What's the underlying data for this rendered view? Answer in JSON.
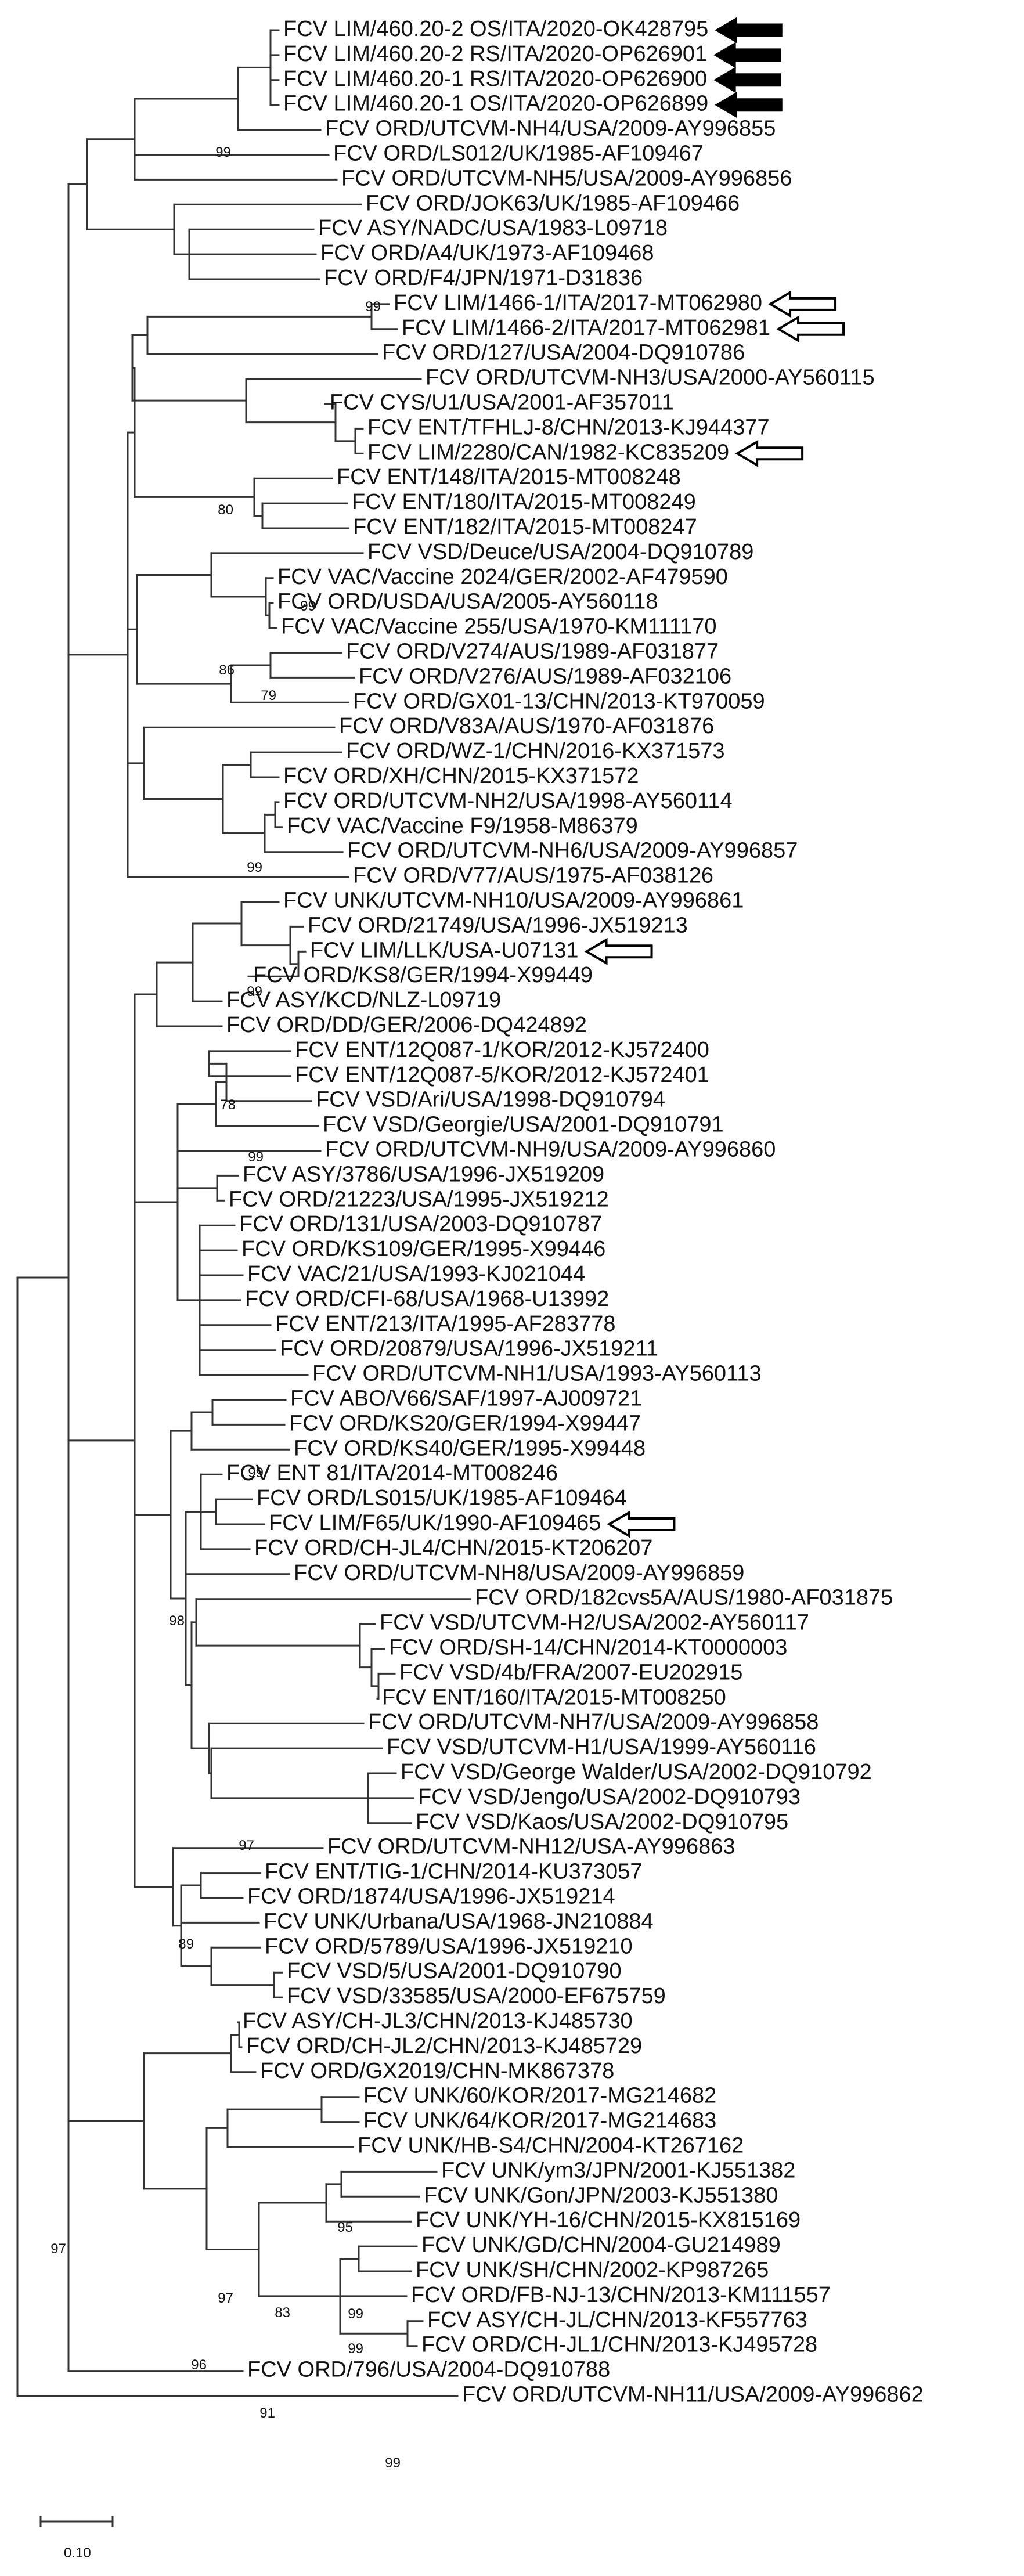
{
  "scale_bar": {
    "label": "0.10",
    "length": 0.1
  },
  "leaves": [
    {
      "name": "FCV LIM/460.20-2 OS/ITA/2020-OK428795",
      "marker": "filled"
    },
    {
      "name": "FCV LIM/460.20-2 RS/ITA/2020-OP626901",
      "marker": "filled"
    },
    {
      "name": "FCV LIM/460.20-1 RS/ITA/2020-OP626900",
      "marker": "filled"
    },
    {
      "name": "FCV LIM/460.20-1 OS/ITA/2020-OP626899",
      "marker": "filled"
    },
    {
      "name": "FCV ORD/UTCVM-NH4/USA/2009-AY996855"
    },
    {
      "name": "FCV ORD/LS012/UK/1985-AF109467"
    },
    {
      "name": "FCV ORD/UTCVM-NH5/USA/2009-AY996856"
    },
    {
      "name": "FCV ORD/JOK63/UK/1985-AF109466"
    },
    {
      "name": "FCV ASY/NADC/USA/1983-L09718"
    },
    {
      "name": "FCV ORD/A4/UK/1973-AF109468"
    },
    {
      "name": "FCV ORD/F4/JPN/1971-D31836"
    },
    {
      "name": "FCV LIM/1466-1/ITA/2017-MT062980",
      "marker": "open"
    },
    {
      "name": "FCV LIM/1466-2/ITA/2017-MT062981",
      "marker": "open"
    },
    {
      "name": "FCV ORD/127/USA/2004-DQ910786"
    },
    {
      "name": "FCV ORD/UTCVM-NH3/USA/2000-AY560115"
    },
    {
      "name": "FCV CYS/U1/USA/2001-AF357011"
    },
    {
      "name": "FCV ENT/TFHLJ-8/CHN/2013-KJ944377"
    },
    {
      "name": "FCV LIM/2280/CAN/1982-KC835209",
      "marker": "open"
    },
    {
      "name": "FCV ENT/148/ITA/2015-MT008248"
    },
    {
      "name": "FCV ENT/180/ITA/2015-MT008249"
    },
    {
      "name": "FCV ENT/182/ITA/2015-MT008247"
    },
    {
      "name": "FCV VSD/Deuce/USA/2004-DQ910789"
    },
    {
      "name": "FCV VAC/Vaccine 2024/GER/2002-AF479590"
    },
    {
      "name": "FCV ORD/USDA/USA/2005-AY560118"
    },
    {
      "name": "FCV VAC/Vaccine 255/USA/1970-KM111170"
    },
    {
      "name": "FCV ORD/V274/AUS/1989-AF031877"
    },
    {
      "name": "FCV ORD/V276/AUS/1989-AF032106"
    },
    {
      "name": "FCV ORD/GX01-13/CHN/2013-KT970059"
    },
    {
      "name": "FCV ORD/V83A/AUS/1970-AF031876"
    },
    {
      "name": "FCV ORD/WZ-1/CHN/2016-KX371573"
    },
    {
      "name": "FCV ORD/XH/CHN/2015-KX371572"
    },
    {
      "name": "FCV ORD/UTCVM-NH2/USA/1998-AY560114"
    },
    {
      "name": "FCV VAC/Vaccine F9/1958-M86379"
    },
    {
      "name": "FCV ORD/UTCVM-NH6/USA/2009-AY996857"
    },
    {
      "name": "FCV ORD/V77/AUS/1975-AF038126"
    },
    {
      "name": "FCV UNK/UTCVM-NH10/USA/2009-AY996861"
    },
    {
      "name": "FCV ORD/21749/USA/1996-JX519213"
    },
    {
      "name": "FCV LIM/LLK/USA-U07131",
      "marker": "open"
    },
    {
      "name": "FCV ORD/KS8/GER/1994-X99449"
    },
    {
      "name": "FCV ASY/KCD/NLZ-L09719"
    },
    {
      "name": "FCV ORD/DD/GER/2006-DQ424892"
    },
    {
      "name": "FCV ENT/12Q087-1/KOR/2012-KJ572400"
    },
    {
      "name": "FCV ENT/12Q087-5/KOR/2012-KJ572401"
    },
    {
      "name": "FCV VSD/Ari/USA/1998-DQ910794"
    },
    {
      "name": "FCV VSD/Georgie/USA/2001-DQ910791"
    },
    {
      "name": "FCV ORD/UTCVM-NH9/USA/2009-AY996860"
    },
    {
      "name": "FCV ASY/3786/USA/1996-JX519209"
    },
    {
      "name": "FCV ORD/21223/USA/1995-JX519212"
    },
    {
      "name": "FCV ORD/131/USA/2003-DQ910787"
    },
    {
      "name": "FCV ORD/KS109/GER/1995-X99446"
    },
    {
      "name": "FCV VAC/21/USA/1993-KJ021044"
    },
    {
      "name": "FCV ORD/CFI-68/USA/1968-U13992"
    },
    {
      "name": "FCV ENT/213/ITA/1995-AF283778"
    },
    {
      "name": "FCV ORD/20879/USA/1996-JX519211"
    },
    {
      "name": "FCV ORD/UTCVM-NH1/USA/1993-AY560113"
    },
    {
      "name": "FCV ABO/V66/SAF/1997-AJ009721"
    },
    {
      "name": "FCV ORD/KS20/GER/1994-X99447"
    },
    {
      "name": "FCV ORD/KS40/GER/1995-X99448"
    },
    {
      "name": "FCV ENT 81/ITA/2014-MT008246"
    },
    {
      "name": "FCV ORD/LS015/UK/1985-AF109464"
    },
    {
      "name": "FCV LIM/F65/UK/1990-AF109465",
      "marker": "open"
    },
    {
      "name": "FCV ORD/CH-JL4/CHN/2015-KT206207"
    },
    {
      "name": "FCV ORD/UTCVM-NH8/USA/2009-AY996859"
    },
    {
      "name": "FCV ORD/182cvs5A/AUS/1980-AF031875"
    },
    {
      "name": "FCV VSD/UTCVM-H2/USA/2002-AY560117"
    },
    {
      "name": "FCV ORD/SH-14/CHN/2014-KT0000003"
    },
    {
      "name": "FCV VSD/4b/FRA/2007-EU202915"
    },
    {
      "name": "FCV ENT/160/ITA/2015-MT008250"
    },
    {
      "name": "FCV ORD/UTCVM-NH7/USA/2009-AY996858"
    },
    {
      "name": "FCV VSD/UTCVM-H1/USA/1999-AY560116"
    },
    {
      "name": "FCV VSD/George Walder/USA/2002-DQ910792"
    },
    {
      "name": "FCV VSD/Jengo/USA/2002-DQ910793"
    },
    {
      "name": "FCV VSD/Kaos/USA/2002-DQ910795"
    },
    {
      "name": "FCV ORD/UTCVM-NH12/USA-AY996863"
    },
    {
      "name": "FCV ENT/TIG-1/CHN/2014-KU373057"
    },
    {
      "name": "FCV ORD/1874/USA/1996-JX519214"
    },
    {
      "name": "FCV UNK/Urbana/USA/1968-JN210884"
    },
    {
      "name": "FCV ORD/5789/USA/1996-JX519210"
    },
    {
      "name": "FCV VSD/5/USA/2001-DQ910790"
    },
    {
      "name": "FCV VSD/33585/USA/2000-EF675759"
    },
    {
      "name": "FCV ASY/CH-JL3/CHN/2013-KJ485730"
    },
    {
      "name": "FCV ORD/CH-JL2/CHN/2013-KJ485729"
    },
    {
      "name": "FCV ORD/GX2019/CHN-MK867378"
    },
    {
      "name": "FCV UNK/60/KOR/2017-MG214682"
    },
    {
      "name": "FCV UNK/64/KOR/2017-MG214683"
    },
    {
      "name": "FCV UNK/HB-S4/CHN/2004-KT267162"
    },
    {
      "name": "FCV UNK/ym3/JPN/2001-KJ551382"
    },
    {
      "name": "FCV UNK/Gon/JPN/2003-KJ551380"
    },
    {
      "name": "FCV UNK/YH-16/CHN/2015-KX815169"
    },
    {
      "name": "FCV UNK/GD/CHN/2004-GU214989"
    },
    {
      "name": "FCV UNK/SH/CHN/2002-KP987265"
    },
    {
      "name": "FCV ORD/FB-NJ-13/CHN/2013-KM111557"
    },
    {
      "name": "FCV ASY/CH-JL/CHN/2013-KF557763"
    },
    {
      "name": "FCV ORD/CH-JL1/CHN/2013-KJ495728"
    },
    {
      "name": "FCV ORD/796/USA/2004-DQ910788"
    },
    {
      "name": "FCV ORD/UTCVM-NH11/USA/2009-AY996862"
    }
  ],
  "bootstrap_values": [
    "99",
    "99",
    "80",
    "99",
    "86",
    "79",
    "99",
    "99",
    "78",
    "99",
    "99",
    "98",
    "97",
    "89",
    "95",
    "99",
    "99",
    "97",
    "97",
    "83",
    "96",
    "91",
    "99"
  ]
}
